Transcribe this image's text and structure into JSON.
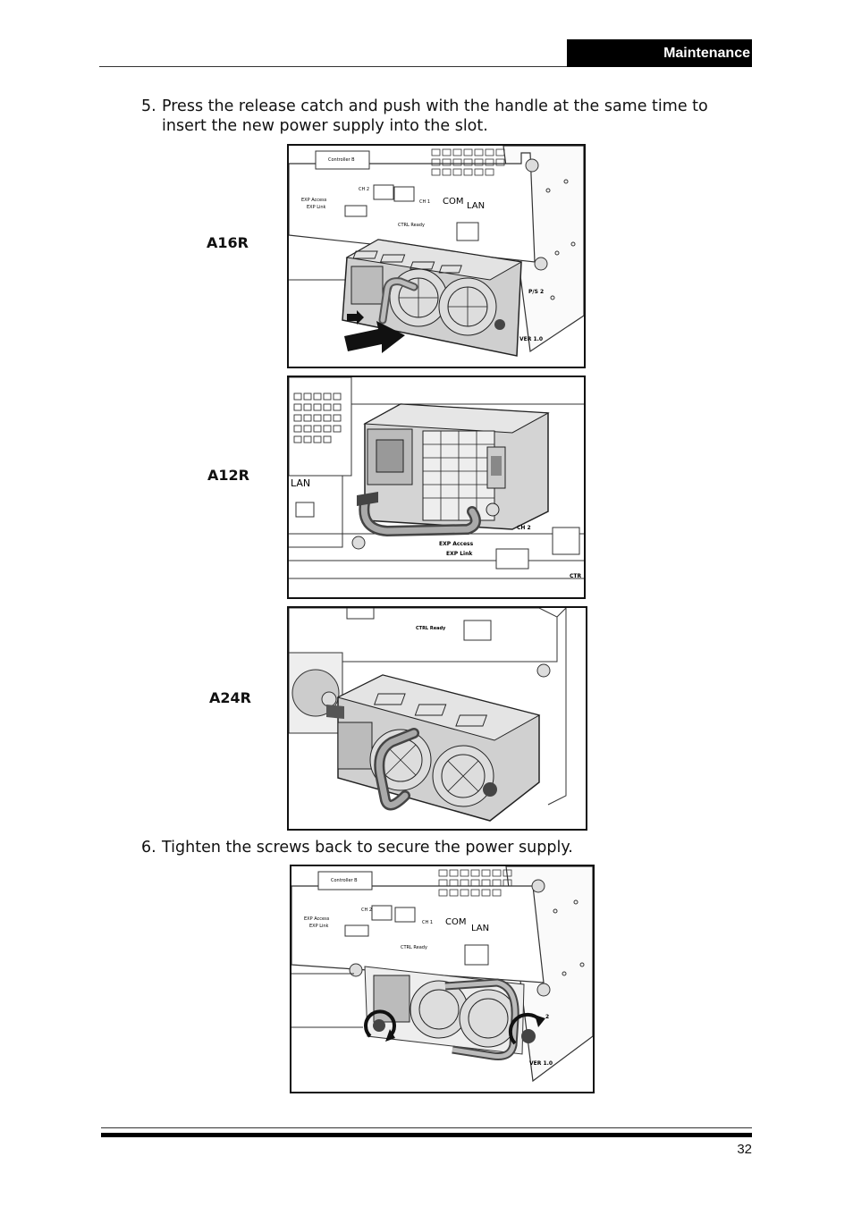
{
  "header": {
    "section_title": "Maintenance"
  },
  "steps": [
    {
      "number": "5.",
      "line1": "Press the release catch and push with the handle at the same time to",
      "line2": "insert the new power supply into the slot."
    },
    {
      "number": "6.",
      "line1": "Tighten the screws back to secure the power supply."
    }
  ],
  "figures": {
    "a16r": {
      "label": "A16R",
      "controller": "Controller B",
      "ch2": "CH 2",
      "ch1": "CH 1",
      "com": "COM",
      "lan": "LAN",
      "exp_access": "EXP Access",
      "exp_link": "EXP Link",
      "ctrl_ready": "CTRL Ready",
      "ps": "P/S 2",
      "ver": "VER 1.0"
    },
    "a12r": {
      "label": "A12R",
      "lan": "LAN",
      "ch2": "CH 2",
      "exp_access": "EXP Access",
      "exp_link": "EXP Link",
      "ctr": "CTR"
    },
    "a24r": {
      "label": "A24R",
      "ctrl_ready": "CTRL Ready"
    },
    "tighten": {
      "controller": "Controller B",
      "ch2": "CH 2",
      "ch1": "CH 1",
      "com": "COM",
      "lan": "LAN",
      "exp_access": "EXP Access",
      "exp_link": "EXP Link",
      "ctrl_ready": "CTRL Ready",
      "ps": "2",
      "ver": "VER 1.0"
    }
  },
  "footer": {
    "page_number": "32"
  }
}
